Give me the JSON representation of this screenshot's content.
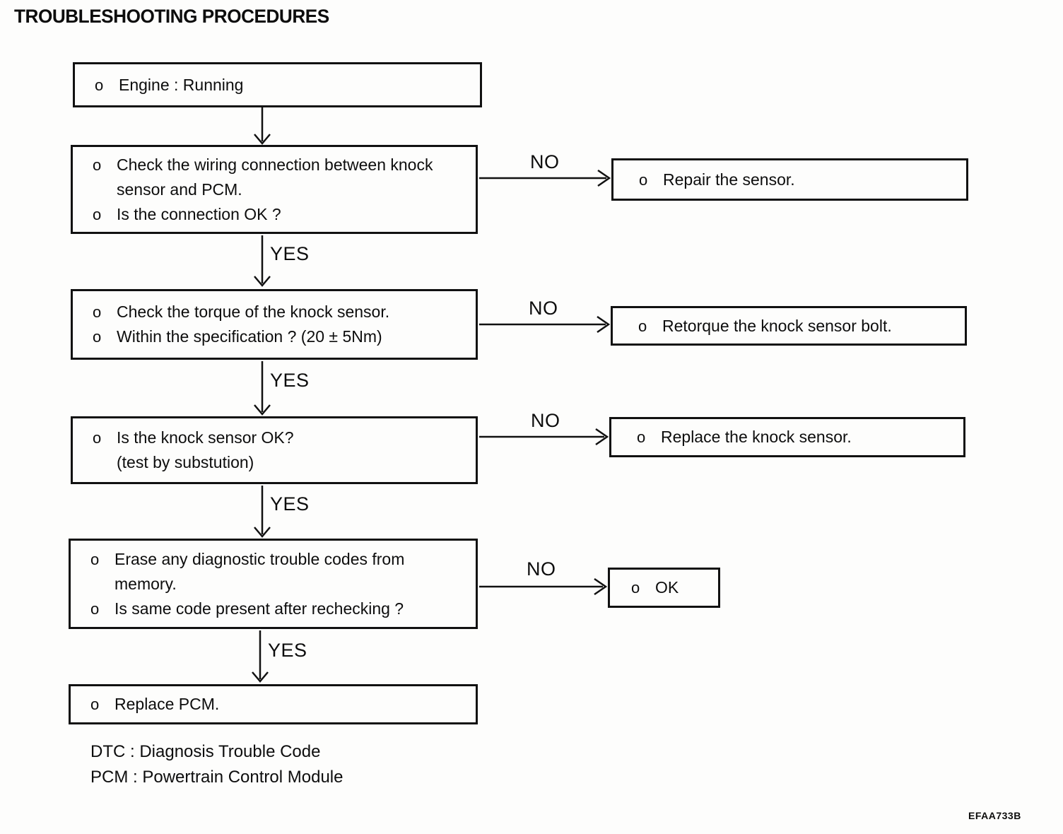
{
  "page": {
    "title": "TROUBLESHOOTING PROCEDURES",
    "figure_code": "EFAA733B",
    "notes": [
      "DTC : Diagnosis Trouble Code",
      "PCM : Powertrain Control Module"
    ]
  },
  "flowchart": {
    "yes_label": "YES",
    "no_label": "NO",
    "steps": [
      {
        "items": [
          {
            "marker": "o",
            "text": "Engine : Running"
          }
        ]
      },
      {
        "items": [
          {
            "marker": "o",
            "text": "Check the wiring connection between knock sensor and PCM."
          },
          {
            "marker": "o",
            "text": "Is the connection OK ?"
          }
        ]
      },
      {
        "items": [
          {
            "marker": "o",
            "text": "Check the torque of the knock sensor."
          },
          {
            "marker": "o",
            "text": "Within the specification ? (20 ± 5Nm)"
          }
        ]
      },
      {
        "items": [
          {
            "marker": "o",
            "text": "Is the knock sensor OK?"
          },
          {
            "marker": "",
            "text": "(test by substution)"
          }
        ]
      },
      {
        "items": [
          {
            "marker": "o",
            "text": "Erase any diagnostic trouble codes from memory."
          },
          {
            "marker": "o",
            "text": "Is same code present after rechecking ?"
          }
        ]
      },
      {
        "items": [
          {
            "marker": "o",
            "text": "Replace PCM."
          }
        ]
      }
    ],
    "branches": [
      {
        "items": [
          {
            "marker": "o",
            "text": "Repair the sensor."
          }
        ]
      },
      {
        "items": [
          {
            "marker": "o",
            "text": "Retorque the knock sensor bolt."
          }
        ]
      },
      {
        "items": [
          {
            "marker": "o",
            "text": "Replace the knock sensor."
          }
        ]
      },
      {
        "items": [
          {
            "marker": "o",
            "text": "OK"
          }
        ]
      }
    ]
  }
}
